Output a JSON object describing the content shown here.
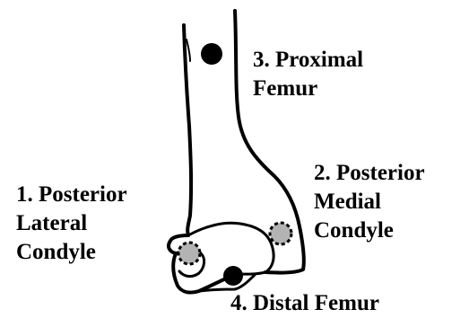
{
  "diagram": {
    "colors": {
      "outline": "#000000",
      "solid_marker": "#000000",
      "dashed_marker_fill": "#b3b3b3",
      "dashed_marker_border": "#000000",
      "background": "#ffffff"
    },
    "labels": {
      "proximal_femur": {
        "line1": "3. Proximal",
        "line2": "Femur"
      },
      "posterior_medial_condyle": {
        "line1": "2.  Posterior",
        "line2": "Medial",
        "line3": "Condyle"
      },
      "posterior_lateral_condyle": {
        "line1": "1. Posterior",
        "line2": "Lateral",
        "line3": "Condyle"
      },
      "distal_femur": {
        "line1": "4.  Distal Femur"
      }
    },
    "markers": [
      {
        "id": "1",
        "style": "dashed"
      },
      {
        "id": "2",
        "style": "dashed"
      },
      {
        "id": "3",
        "style": "solid"
      },
      {
        "id": "4",
        "style": "solid"
      }
    ]
  }
}
